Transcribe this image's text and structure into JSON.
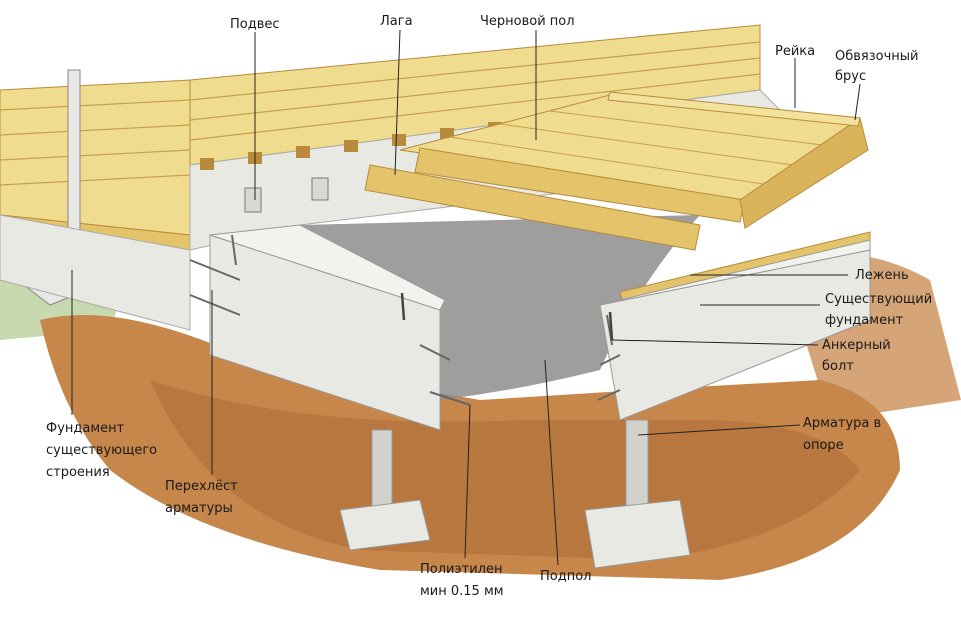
{
  "labels": {
    "podves": "Подвес",
    "laga": "Лага",
    "chernovoy_pol": "Черновой пол",
    "reyka": "Рейка",
    "obvyazochny_1": "Обвязочный",
    "obvyazochny_2": "брус",
    "lezhen": "Лежень",
    "sush_fund_1": "Существующий",
    "sush_fund_2": "фундамент",
    "ankerny_1": "Анкерный",
    "ankerny_2": "болт",
    "armatura_op_1": "Арматура в",
    "armatura_op_2": "опоре",
    "fund_str_1": "Фундамент",
    "fund_str_2": "существующего",
    "fund_str_3": "строения",
    "perehlest_1": "Перехлёст",
    "perehlest_2": "арматуры",
    "polietilen_1": "Полиэтилен",
    "polietilen_2": "мин 0.15 мм",
    "podpol": "Подпол"
  },
  "colors": {
    "wood_light": "#f0dc8e",
    "wood_mid": "#e3c46a",
    "wood_dark": "#b88a3a",
    "concrete": "#e9e9e4",
    "concrete_shade": "#d2d2cc",
    "soil": "#c8874a",
    "soil_dark": "#8e5527",
    "film": "#8d8d8d",
    "grass": "#b9cf9a"
  }
}
